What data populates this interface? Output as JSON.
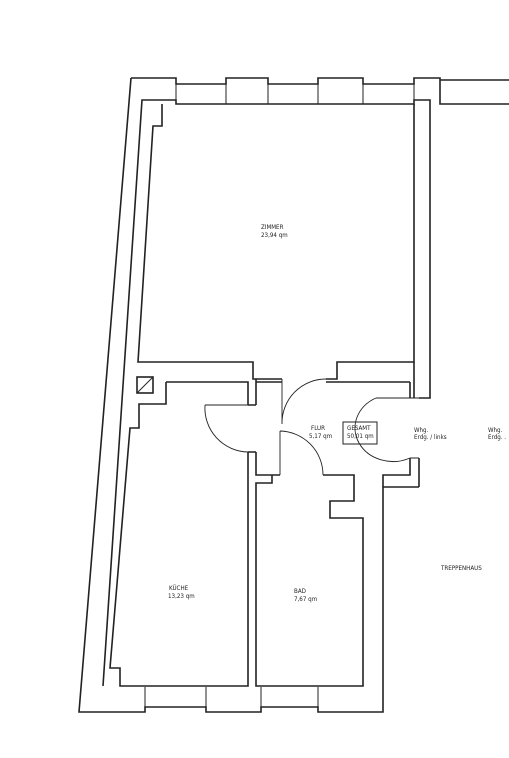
{
  "rooms": {
    "zimmer": {
      "name": "ZIMMER",
      "area": "23,94 qm"
    },
    "flur": {
      "name": "FLUR",
      "area": "5,17 qm"
    },
    "gesamt": {
      "name": "GESAMT",
      "area": "50,01 qm"
    },
    "kueche": {
      "name": "KÜCHE",
      "area": "13,23 qm"
    },
    "bad": {
      "name": "BAD",
      "area": "7,67 qm"
    }
  },
  "labels": {
    "whg_left": {
      "line1": "Whg.",
      "line2": "Erdg. / links"
    },
    "whg_right": {
      "line1": "Whg.",
      "line2": "Erdg. ."
    },
    "treppenhaus": "TREPPENHAUS"
  },
  "colors": {
    "line": "#222222",
    "background": "#ffffff"
  }
}
